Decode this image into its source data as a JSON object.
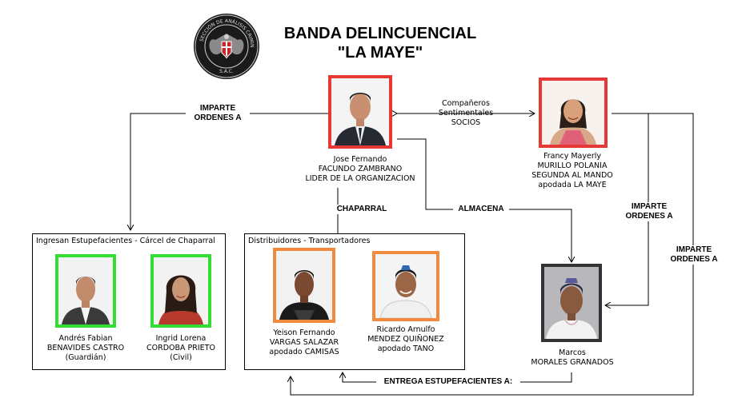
{
  "title": {
    "line1": "BANDA DELINCUENCIAL",
    "line2": "\"LA MAYE\""
  },
  "logo": {
    "text": "SECCIÓN DE ANÁLISIS CRIMINAL",
    "abbr": "S.A.C."
  },
  "colors": {
    "leader": "#e53935",
    "second": "#e53935",
    "guardians": "#33dd33",
    "distributors": "#f08a3e",
    "storage": "#333333"
  },
  "people": {
    "leader": {
      "l1": "Jose Fernando",
      "l2": "FACUNDO ZAMBRANO",
      "l3": "LIDER DE LA ORGANIZACION"
    },
    "francy": {
      "l1": "Francy Mayerly",
      "l2": "MURILLO POLANIA",
      "l3": "SEGUNDA AL MANDO",
      "l4": "apodada LA MAYE"
    },
    "andres": {
      "l1": "Andrés Fabian",
      "l2": "BENAVIDES CASTRO",
      "l3": "(Guardián)"
    },
    "ingrid": {
      "l1": "Ingrid Lorena",
      "l2": "CORDOBA PRIETO",
      "l3": "(Civil)"
    },
    "yeison": {
      "l1": "Yeison Fernando",
      "l2": "VARGAS SALAZAR",
      "l3": "apodado CAMISAS"
    },
    "ricardo": {
      "l1": "Ricardo Arnulfo",
      "l2": "MENDEZ QUIÑONEZ",
      "l3": "apodado TANO"
    },
    "marcos": {
      "l1": "Marcos",
      "l2": "MORALES GRANADOS"
    }
  },
  "groups": {
    "carcel": "Ingresan Estupefacientes - Cárcel de Chaparral",
    "distribuidores": "Distribuidores - Transportadores"
  },
  "relations": {
    "companeros": {
      "l1": "Compañeros",
      "l2": "Sentimentales",
      "l3": "SOCIOS"
    },
    "imparte_left": {
      "l1": "IMPARTE",
      "l2": "ORDENES A"
    },
    "imparte_right1": {
      "l1": "IMPARTE",
      "l2": "ORDENES A"
    },
    "imparte_right2": {
      "l1": "IMPARTE",
      "l2": "ORDENES A"
    },
    "chaparral": "CHAPARRAL",
    "almacena": "ALMACENA",
    "entrega": "ENTREGA ESTUPEFACIENTES A:"
  }
}
